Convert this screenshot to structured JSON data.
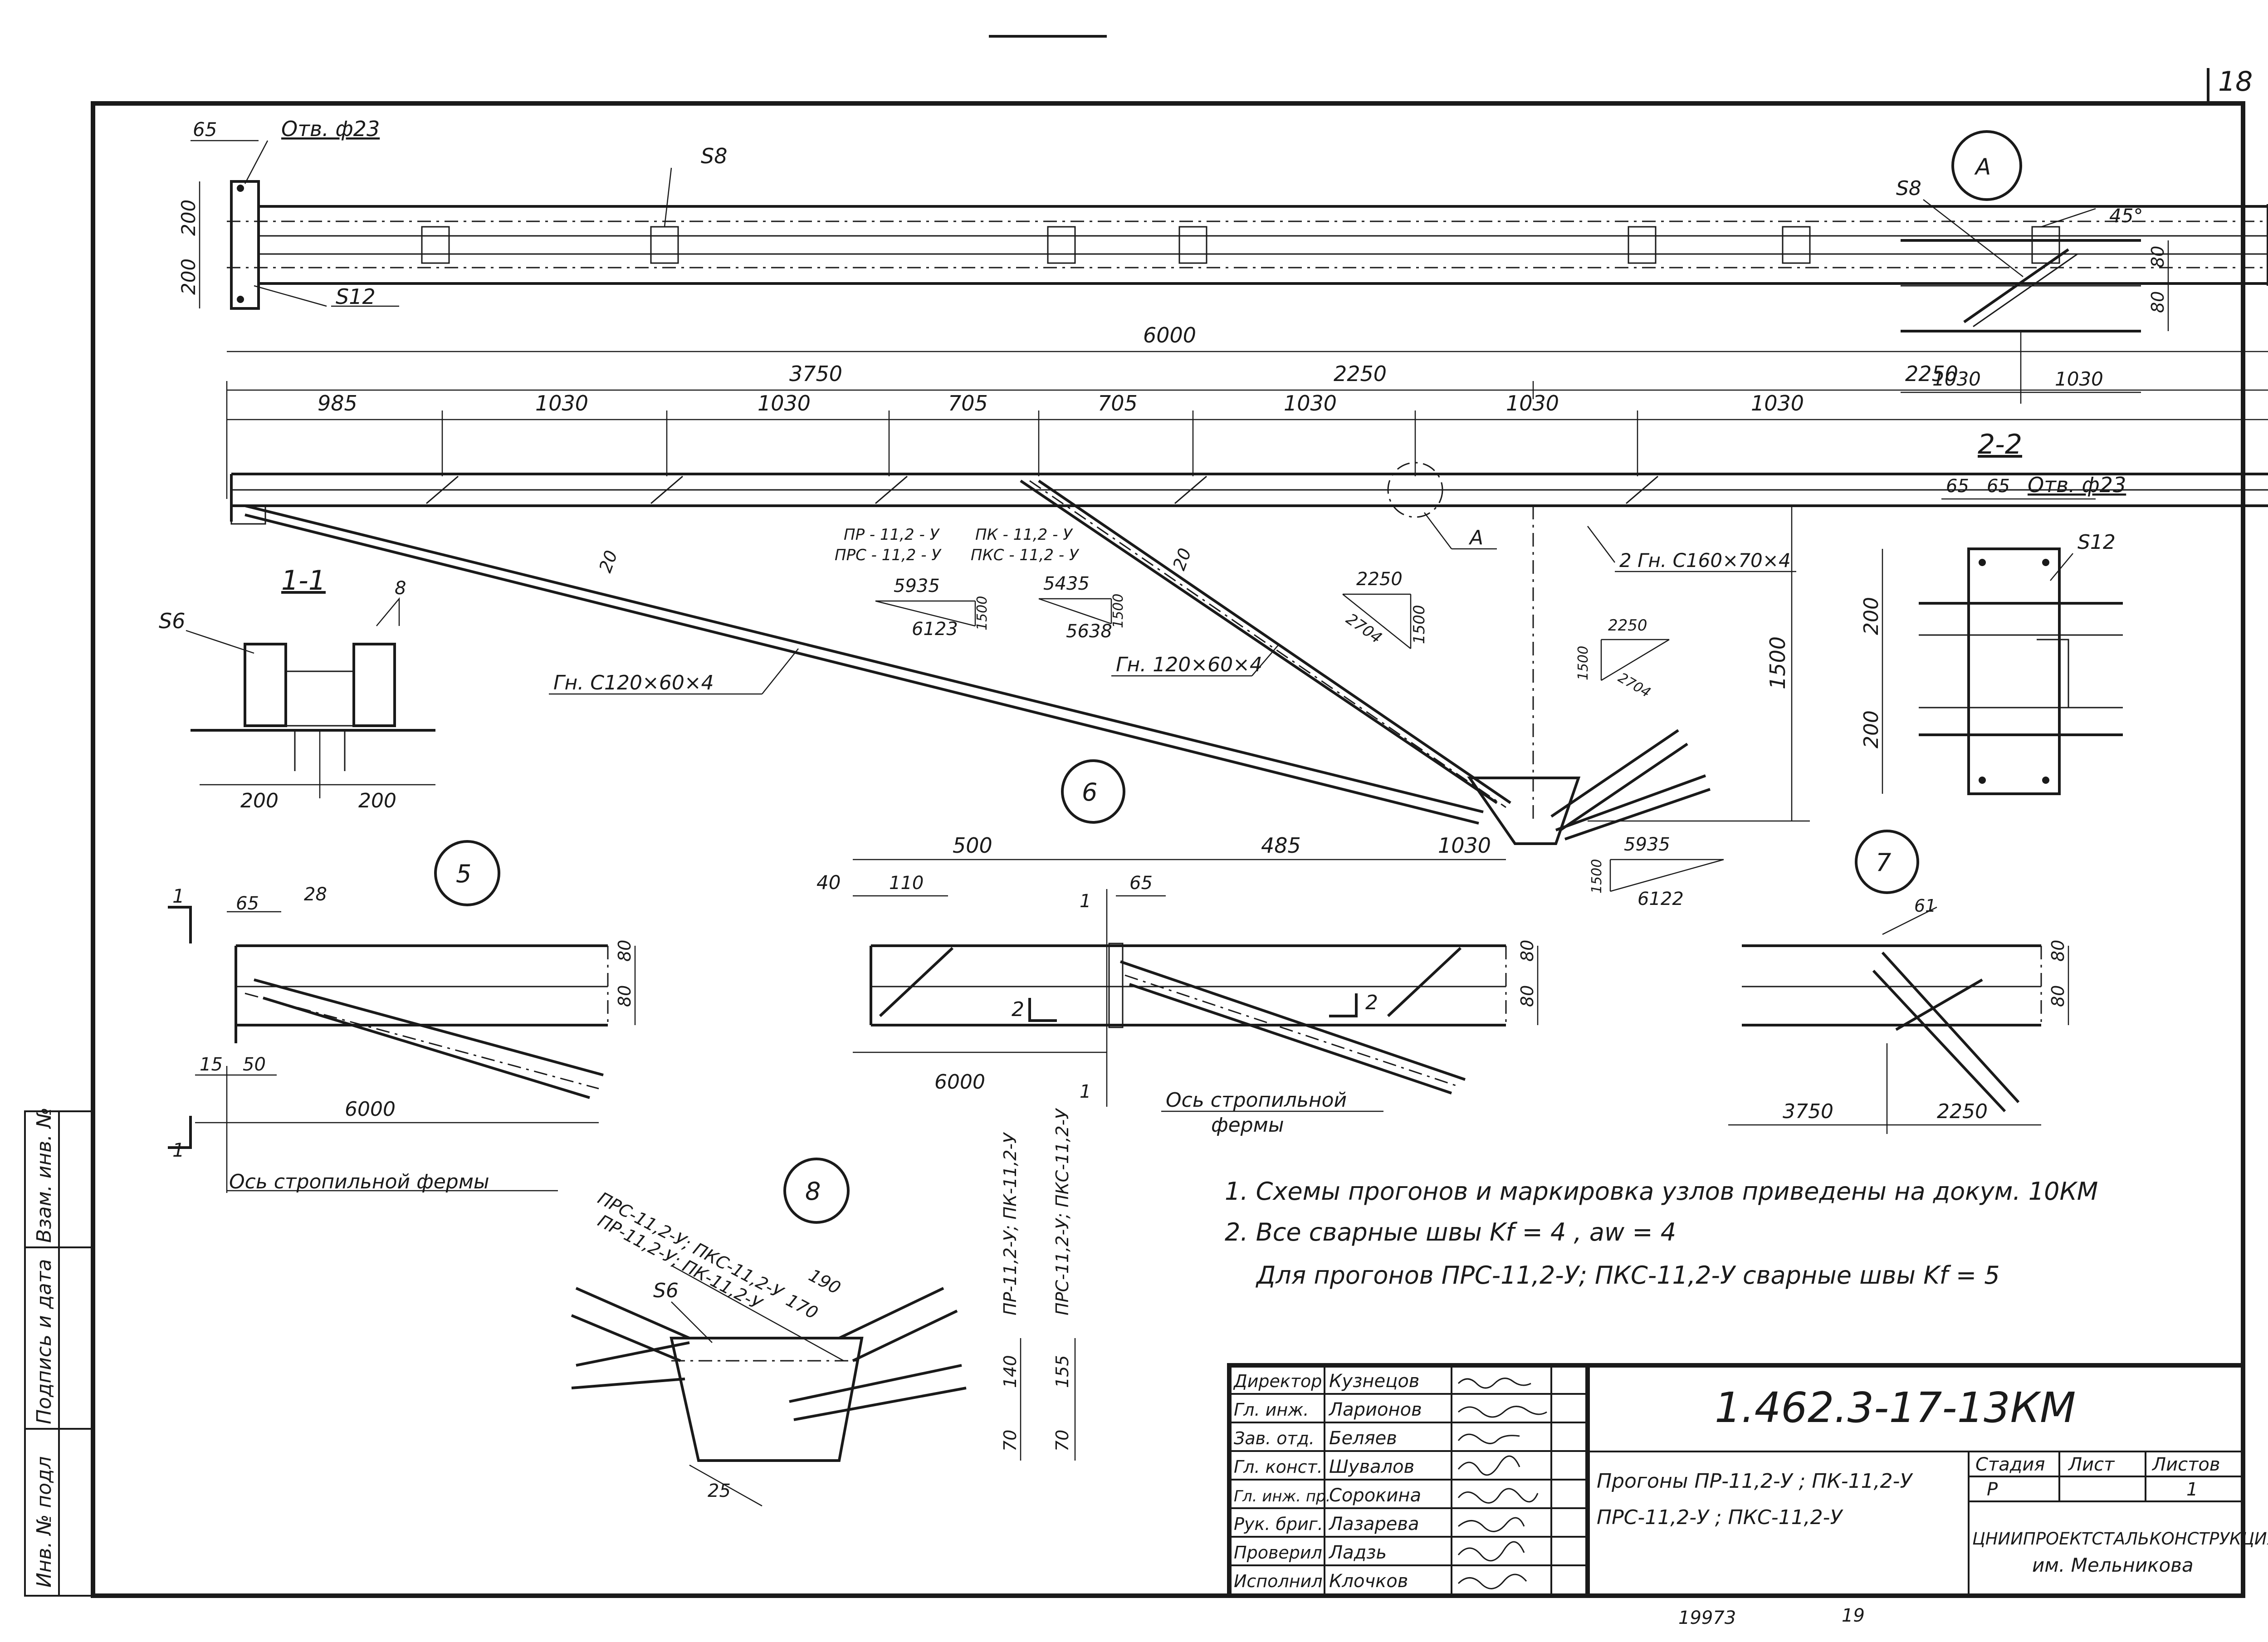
{
  "sheet": {
    "number": "18",
    "bottom_ref": "19973",
    "bottom_page": "19"
  },
  "colors": {
    "ink": "#1a1a1a",
    "paper": "#ffffff"
  },
  "side_stamp": [
    "Инв. № подл",
    "Подпись и дата",
    "Взам. инв. №"
  ],
  "plan": {
    "hole_dim": "65",
    "hole_label": "Отв. ф23",
    "stiffener_top": "S8",
    "plate_label": "S12",
    "left_dims": [
      "200",
      "200"
    ],
    "right_dims": [
      "80",
      "80"
    ]
  },
  "elevation": {
    "total": "6000",
    "segments_1": [
      "3750",
      "2250",
      "2250"
    ],
    "segments_2": [
      "985",
      "1030",
      "1030",
      "705",
      "705",
      "1030",
      "1030",
      "1030"
    ],
    "right_dims": [
      "80",
      "80"
    ],
    "height": "1500",
    "node_a": "А",
    "purlin_profile": "2 Гн. С160×70×4",
    "brace_left_profile": "Гн. С120×60×4",
    "brace_right_profile": "Гн. 120×60×4",
    "weld_label_left": "20",
    "weld_label_right": "20",
    "marks_left": [
      "ПР - 11,2 - У",
      "ПРС - 11,2 - У"
    ],
    "marks_right": [
      "ПК - 11,2 - У",
      "ПКС - 11,2 - У"
    ],
    "slope_1": {
      "run": "5935",
      "hyp": "6123",
      "rise": "1500"
    },
    "slope_2": {
      "run": "5435",
      "hyp": "5638",
      "rise": "1500"
    },
    "slope_3": {
      "run": "2250",
      "hyp": "2704",
      "rise": "1500"
    },
    "slope_4": {
      "run": "2250",
      "hyp": "2704",
      "rise": "1500"
    }
  },
  "section_11": {
    "title": "1-1",
    "stiffener": "S6",
    "weld": "8",
    "dims": [
      "200",
      "200"
    ]
  },
  "node_a": {
    "title": "А",
    "stiffener": "S8",
    "angle": "45°",
    "dims_right": [
      "80",
      "80"
    ],
    "dims_bottom": [
      "1030",
      "1030"
    ]
  },
  "section_22": {
    "title": "2-2",
    "dims_top": [
      "65",
      "65"
    ],
    "hole_label": "Отв. ф23",
    "plate": "S12",
    "dims_left": [
      "200",
      "200"
    ]
  },
  "node_5": {
    "title": "5",
    "dims_top": [
      "65",
      "28"
    ],
    "dims_right": [
      "80",
      "80"
    ],
    "dims_left": [
      "15",
      "50"
    ],
    "dim_bottom": "6000",
    "cut_mark": "1",
    "axis_label": "Ось стропильной фермы"
  },
  "node_6": {
    "title": "6",
    "dims_top": [
      "500",
      "485",
      "1030"
    ],
    "dim_110": "110",
    "dim_40": "40",
    "dim_65": "65",
    "dims_right": [
      "80",
      "80"
    ],
    "dim_bottom": "6000",
    "cut_marks": [
      "1",
      "1",
      "2",
      "2"
    ],
    "axis_label": [
      "Ось стропильной",
      "фермы"
    ],
    "slope": {
      "run": "5935",
      "hyp": "6122",
      "rise": "1500"
    }
  },
  "node_7": {
    "title": "7",
    "dim_top": "61",
    "dims_right": [
      "80",
      "80"
    ],
    "dims_bottom": [
      "3750",
      "2250"
    ]
  },
  "node_8": {
    "title": "8",
    "stiffener": "S6",
    "marks_diag_1": "ПРС-11,2-У; ПКС-11,2-У",
    "marks_diag_2": "ПР-11,2-У; ПК-11,2-У",
    "marks_vert_1": "ПР-11,2-У; ПК-11,2-У",
    "marks_vert_2": "ПРС-11,2-У; ПКС-11,2-У",
    "dim_190": "190",
    "dim_170": "170",
    "dim_25": "25",
    "dims_right_1": [
      "140",
      "70"
    ],
    "dims_right_2": [
      "155",
      "70"
    ]
  },
  "notes": [
    "1. Схемы прогонов и маркировка узлов приведены на докум. 10КМ",
    "2. Все сварные швы Kf = 4 , aw = 4",
    "Для прогонов ПРС-11,2-У; ПКС-11,2-У сварные швы Kf = 5"
  ],
  "title_block": {
    "code": "1.462.3-17-13КМ",
    "roles": [
      "Директор",
      "Гл. инж.",
      "Зав. отд.",
      "Гл. конст.",
      "Гл. инж. пр.",
      "Рук. бриг.",
      "Проверил",
      "Исполнил"
    ],
    "names": [
      "Кузнецов",
      "Ларионов",
      "Беляев",
      "Шувалов",
      "Сорокина",
      "Лазарева",
      "Ладзь",
      "Клочков"
    ],
    "description": [
      "Прогоны ПР-11,2-У ; ПК-11,2-У",
      "ПРС-11,2-У ; ПКС-11,2-У"
    ],
    "stage_label": "Стадия",
    "sheet_label": "Лист",
    "sheets_label": "Листов",
    "stage": "Р",
    "sheets": "1",
    "org": "ЦНИИПРОЕКТСТАЛЬКОНСТРУКЦИЯ",
    "org_sub": "им. Мельникова"
  }
}
